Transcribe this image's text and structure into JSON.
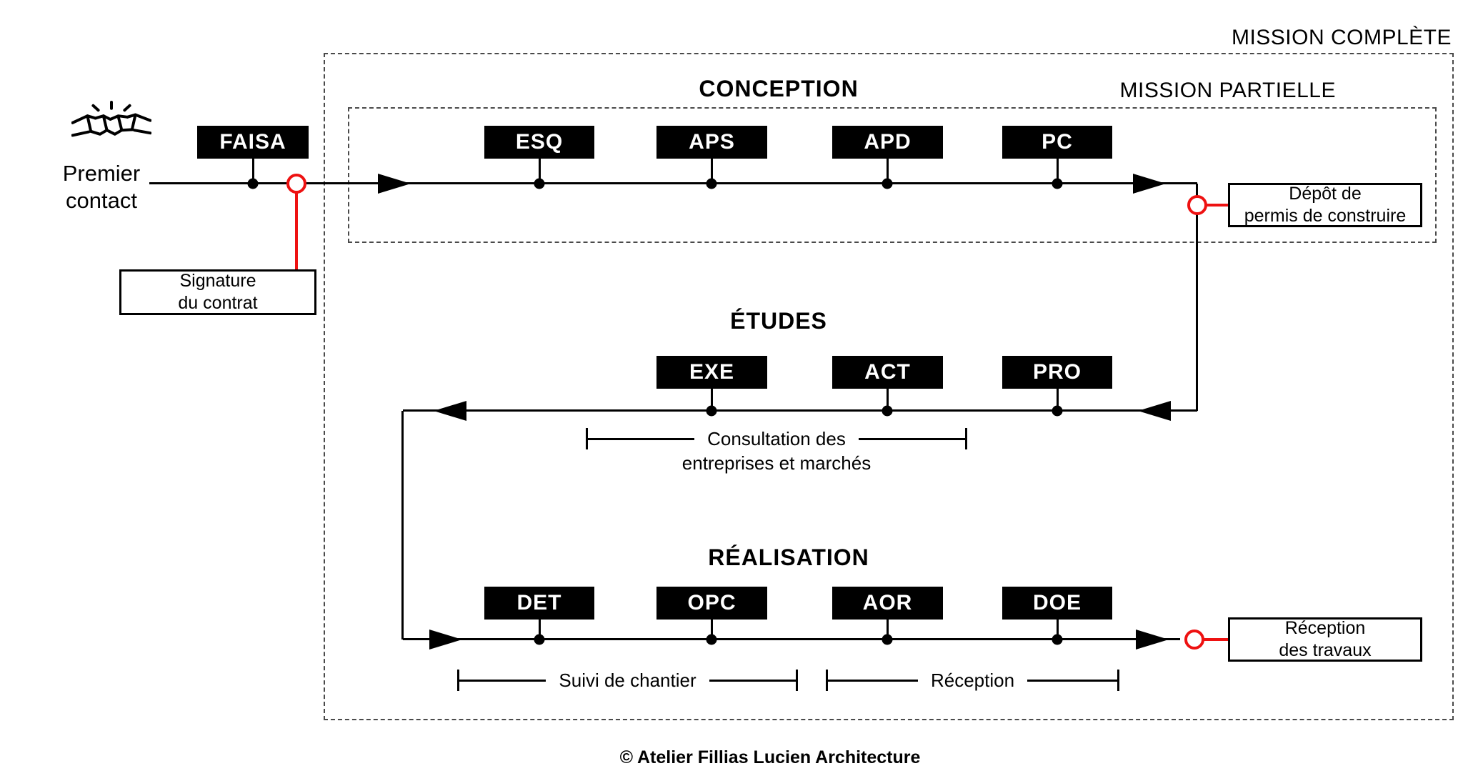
{
  "header": {
    "mission_complete": "MISSION COMPLÈTE",
    "mission_partielle": "MISSION PARTIELLE"
  },
  "sections": {
    "conception": "CONCEPTION",
    "etudes": "ÉTUDES",
    "realisation": "RÉALISATION"
  },
  "contact": {
    "line1": "Premier",
    "line2": "contact"
  },
  "phases": {
    "faisa": "FAISA",
    "conception": [
      "ESQ",
      "APS",
      "APD",
      "PC"
    ],
    "etudes": [
      "EXE",
      "ACT",
      "PRO"
    ],
    "realisation": [
      "DET",
      "OPC",
      "AOR",
      "DOE"
    ]
  },
  "milestones": {
    "signature": {
      "line1": "Signature",
      "line2": "du contrat"
    },
    "depot": {
      "line1": "Dépôt de",
      "line2": "permis de construire"
    },
    "reception": {
      "line1": "Réception",
      "line2": "des travaux"
    }
  },
  "brackets": {
    "consultation": {
      "line1": "Consultation des",
      "line2": "entreprises et marchés"
    },
    "suivi": {
      "label": "Suivi de chantier"
    },
    "reception": {
      "label": "Réception"
    }
  },
  "footer": {
    "copyright": "© Atelier Fillias Lucien Architecture"
  },
  "colors": {
    "accent_red": "#ee1111",
    "line_black": "#000000"
  }
}
